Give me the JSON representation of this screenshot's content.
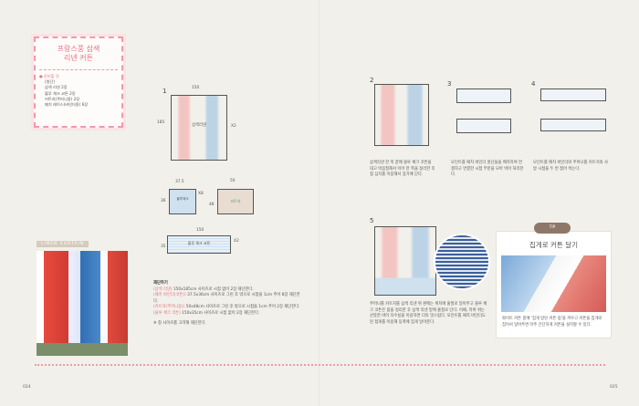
{
  "left_page": {
    "title_lines": [
      "프랑스풍 삼색",
      "리넨 커튼"
    ],
    "materials_heading": "준비할 것",
    "materials": [
      "(원단)",
      "삼색 리넨 2장",
      "블루 체크 코튼 2장",
      "커트지(주머니용) 2장",
      "패치 레이스(바인더용) 6장"
    ],
    "photo_label": "LINEN CURTAIN",
    "diagram1": {
      "step": "1",
      "width": "150",
      "height": "185",
      "label": "삼색리넨",
      "count": "X2"
    },
    "diagram2": {
      "width": "37.5",
      "height": "36",
      "label": "블루체크",
      "count": "X8",
      "w2": "50",
      "h2": "48",
      "label2": "커트지",
      "w3": "150",
      "h3": "35",
      "label3": "블루 체크 코튼",
      "count3": "X2"
    },
    "cutting_heading": "재단하기",
    "cutting": [
      {
        "tag": "(삼색 리넨)",
        "text": " 150x185cm 사이즈로 시접 없이 2장 재단한다."
      },
      {
        "tag": "(패치 바인더(코튼))",
        "text": " 37.5x36cm 사이즈로 그린 후 밖으로 시접을 1cm 주어 8장 재단한다."
      },
      {
        "tag": "(커트지(주머니용))",
        "text": " 50x48cm 사이즈로 그린 후 밖으로 시접을 1cm 주어 2장 재단한다."
      },
      {
        "tag": "(블루 체크 코튼)",
        "text": " 150x35cm 사이즈로 시접 없이 2장 재단한다."
      }
    ],
    "note": "※ 창 사이즈를 고려해 재단한다.",
    "page_number": "024"
  },
  "right_page": {
    "steps": [
      {
        "num": "2",
        "text": "삼색리넨 한 쪽 끝에 블루 체크 코튼을 대고 박음질해서 이어 한 쪽을 정리한 후 접 심지를 이용해서 장가에 단다."
      },
      {
        "num": "3",
        "text": "모인트를 패치 바인더 원단들을 배치하여 연결하고 연결한 시접 부분을 모아 박아 처리한다."
      },
      {
        "num": "4",
        "text": "모인트를 패치 바인더와 주머니를 커트지의 사방 시접을 두 번 접어 박는다."
      },
      {
        "num": "5",
        "text": "주머니를 커트지를 삼색 리넨 위 판매는 위치에 홈질로 달아주고 블루 체크 코튼은 몸을 정리한 후 삼색 리넨 밑에 홈질로 단다. 이때, 목록 위는 산뜻한 바이 자수실을 이용하면 더욱 멋스럽다. 모인트를 패치 바인더도 된 접게를 이용해 등폭에 집게 달아준다."
      }
    ],
    "tip": {
      "badge": "TIP",
      "title": "집게로 커튼 달기",
      "text": "화이트 커튼 봉에 '집게 달린 커튼 링'을 끼우고 커튼을 집게로 집어서 달아주면 아주 간단하게 커튼을 설치할 수 있다."
    },
    "page_number": "025"
  },
  "colors": {
    "accent": "#e8707f",
    "background": "#f2f0eb"
  }
}
